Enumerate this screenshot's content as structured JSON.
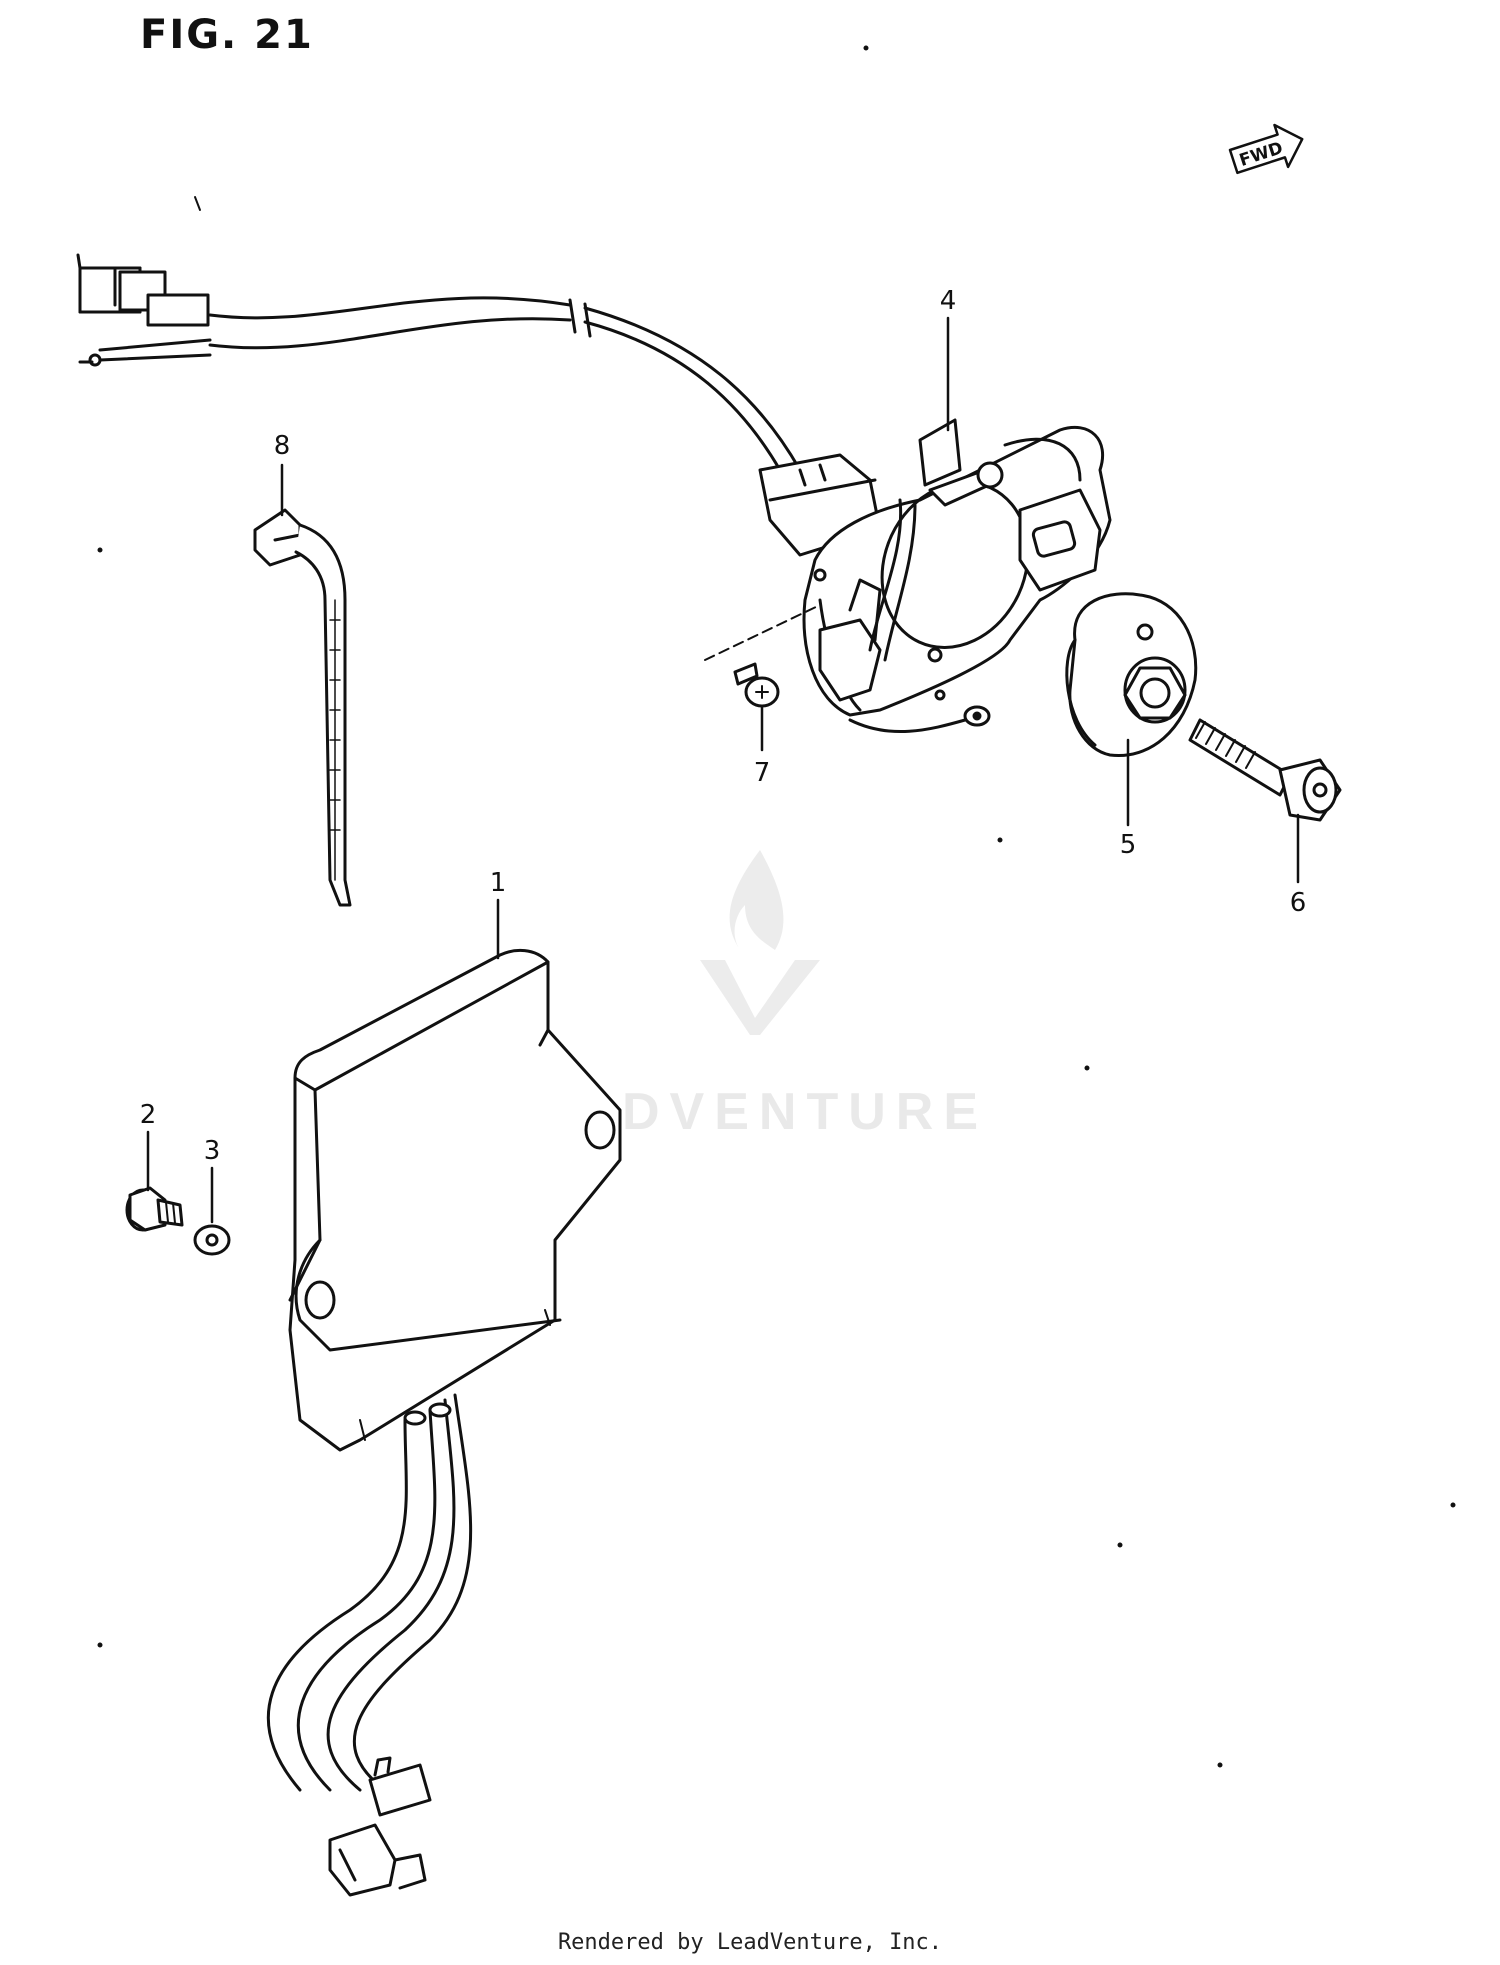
{
  "figure": {
    "title": "FIG. 21"
  },
  "fwd_badge": {
    "label": "FWD"
  },
  "watermark": {
    "text": "LEADVENTURE"
  },
  "callouts": [
    {
      "id": "1",
      "label": "1"
    },
    {
      "id": "2",
      "label": "2"
    },
    {
      "id": "3",
      "label": "3"
    },
    {
      "id": "4",
      "label": "4"
    },
    {
      "id": "5",
      "label": "5"
    },
    {
      "id": "6",
      "label": "6"
    },
    {
      "id": "7",
      "label": "7"
    },
    {
      "id": "8",
      "label": "8"
    }
  ],
  "footer": {
    "text": "Rendered by LeadVenture, Inc."
  }
}
